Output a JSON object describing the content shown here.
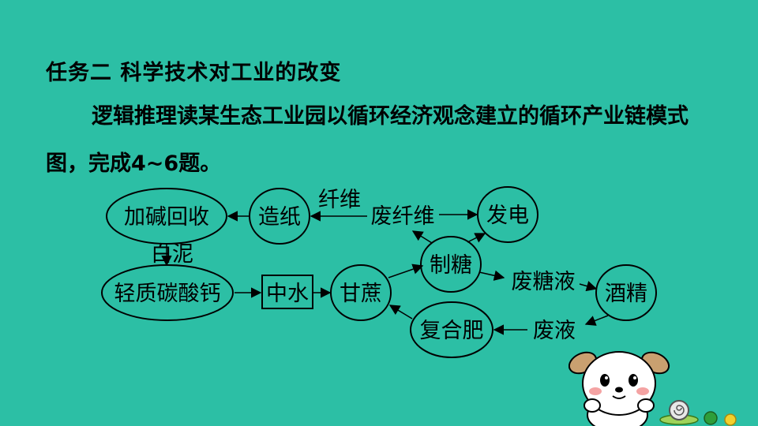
{
  "title": "任务二  科学技术对工业的改变",
  "paragraph": "逻辑推理读某生态工业园以循环经济观念建立的循环产业链模式图，完成4~6题。",
  "diagram": {
    "nodes": {
      "n1": "加碱回收",
      "n2": "造纸",
      "n3": "发电",
      "n4": "制糖",
      "n5": "轻质碳酸钙",
      "n6": "中水",
      "n7": "甘蔗",
      "n8": "酒精",
      "n9": "复合肥"
    },
    "edges": {
      "e1": "纤维",
      "e2": "废纤维",
      "e3": "白泥",
      "e4": "废糖液",
      "e5": "废液"
    }
  },
  "colors": {
    "background": "#2cbfa5",
    "line": "#000000"
  }
}
